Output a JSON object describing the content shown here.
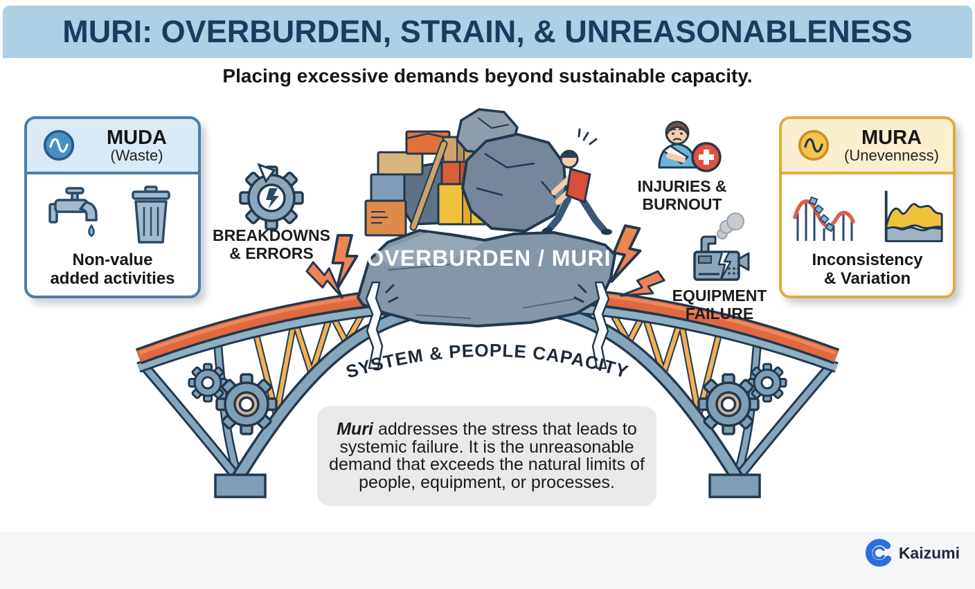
{
  "header": {
    "title": "MURI: OVERBURDEN, STRAIN, & UNREASONABLENESS",
    "subtitle": "Placing excessive demands beyond sustainable capacity."
  },
  "muda_box": {
    "title": "MUDA",
    "subtitle": "(Waste)",
    "label_line1": "Non-value",
    "label_line2": "added activities",
    "icons": [
      "sine-wave-icon",
      "faucet-icon",
      "trash-can-icon"
    ],
    "accent_color": "#4a7da8",
    "header_bg": "#d9eaf6"
  },
  "mura_box": {
    "title": "MURA",
    "subtitle": "(Unevenness)",
    "label_line1": "Inconsistency",
    "label_line2": "& Variation",
    "icons": [
      "sine-wave-icon",
      "roller-coaster-icon",
      "area-chart-icon"
    ],
    "accent_color": "#e2a93f",
    "header_bg": "#faf0cf"
  },
  "center": {
    "rock_label": "OVERBURDEN / MURI",
    "bridge_label": "SYSTEM & PEOPLE CAPACITY"
  },
  "callouts": {
    "breakdowns": {
      "line1": "BREAKDOWNS",
      "line2": "& ERRORS",
      "icon": "broken-gear-icon"
    },
    "injuries": {
      "line1": "INJURIES &",
      "line2": "BURNOUT",
      "icon": "injured-person-icon"
    },
    "equipment": {
      "line1": "EQUIPMENT",
      "line2": "FAILURE",
      "icon": "broken-machine-icon"
    }
  },
  "description": {
    "emphasis": "Muri",
    "line1_rest": " addresses the stress that leads to",
    "line2": "systemic failure. It is the unreasonable",
    "line3": "demand that exceeds the natural limits of",
    "line4": "people, equipment, or processes."
  },
  "footer": {
    "brand": "Kaizumi"
  },
  "colors": {
    "band": "#aed0e4",
    "title": "#1c3b5d",
    "deck_orange": "#e0693f",
    "bridge_blue": "#85a5bc",
    "truss_yellow": "#f0b054",
    "bolt_orange": "#ef8354",
    "rock_gray": "#8496a8",
    "description_bg": "#e9e9e9",
    "footer_bg": "#f4f6f8",
    "logo_blue": "#2f6fdb"
  }
}
